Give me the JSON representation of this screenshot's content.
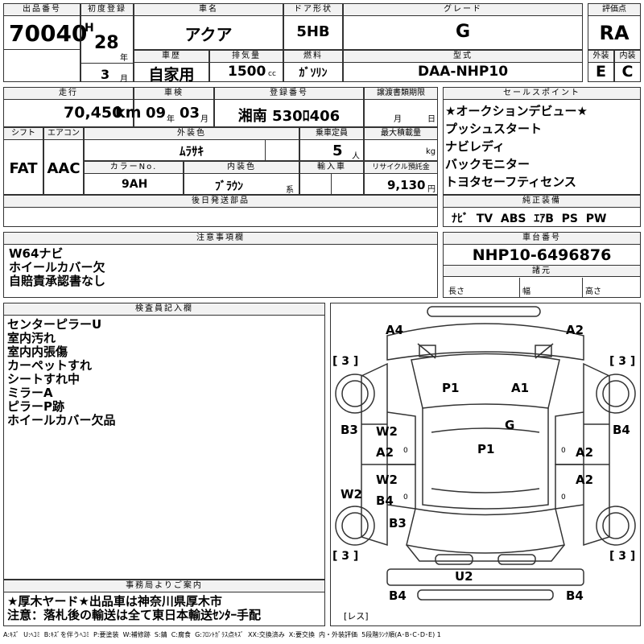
{
  "lot": {
    "label": "出品番号",
    "value": "70040"
  },
  "first_reg": {
    "label": "初度登録",
    "era": "H",
    "year": "28",
    "year_unit": "年",
    "month": "3",
    "month_unit": "月"
  },
  "car_name": {
    "label": "車名",
    "value": "アクア"
  },
  "door": {
    "label": "ドア形状",
    "value": "5HB"
  },
  "grade": {
    "label": "グレード",
    "value": "G"
  },
  "score": {
    "label": "評価点",
    "value": "RA"
  },
  "history": {
    "label": "車歴",
    "value": "自家用"
  },
  "displacement": {
    "label": "排気量",
    "value": "1500",
    "unit": "cc"
  },
  "fuel": {
    "label": "燃料",
    "value": "ｶﾞｿﾘﾝ"
  },
  "model": {
    "label": "型式",
    "value": "DAA-NHP10"
  },
  "exterior": {
    "label": "外装",
    "value": "E"
  },
  "interior": {
    "label": "内装",
    "value": "C"
  },
  "mileage": {
    "label": "走行",
    "value": "70,450",
    "unit": "km"
  },
  "inspection": {
    "label": "車検",
    "year": "09",
    "year_unit": "年",
    "month": "03",
    "month_unit": "月"
  },
  "plate": {
    "label": "登録番号",
    "value": "湘南 530ﾛ406"
  },
  "transfer": {
    "label": "譲渡書類期限",
    "month_unit": "月",
    "day_unit": "日"
  },
  "shift": {
    "label": "シフト",
    "value": "FAT"
  },
  "aircon": {
    "label": "エアコン",
    "value": "AAC"
  },
  "ext_color": {
    "label": "外装色",
    "value": "ﾑﾗｻｷ"
  },
  "capacity": {
    "label": "乗車定員",
    "value": "5",
    "unit": "人"
  },
  "max_load": {
    "label": "最大積載量",
    "unit": "kg"
  },
  "color_no": {
    "label": "カラーNo.",
    "value": "9AH"
  },
  "int_color": {
    "label": "内装色",
    "value": "ﾌﾞﾗｳﾝ",
    "suffix": "系"
  },
  "import": {
    "label": "輸入車"
  },
  "recycle": {
    "label": "リサイクル預託金",
    "value": "9,130",
    "unit": "円"
  },
  "parts_label": "後日発送部品",
  "sales_points": {
    "label": "セールスポイント",
    "items": [
      "★オークションデビュー★",
      "プッシュスタート",
      "ナビレディ",
      "バックモニター",
      "トヨタセーフティセンス"
    ]
  },
  "equipment": {
    "label": "純正装備",
    "value": "ﾅﾋﾞ  TV  ABS  ｴｱB  PS  PW"
  },
  "caution": {
    "label": "注意事項欄",
    "items": [
      "W64ナビ",
      "ホイールカバー欠",
      "自賠責承認書なし"
    ]
  },
  "chassis": {
    "label": "車台番号",
    "value": "NHP10-6496876"
  },
  "dims": {
    "label": "諸元",
    "length": "長さ",
    "width": "幅",
    "height": "高さ"
  },
  "inspector": {
    "label": "検査員記入欄",
    "items": [
      "センターピラーU",
      "室内汚れ",
      "室内内張傷",
      "カーペットすれ",
      "シートすれ中",
      "ミラーA",
      "ピラーP跡",
      "ホイールカバー欠品"
    ]
  },
  "office": {
    "label": "事務局よりご案内",
    "items": [
      "★厚木ヤード★出品車は神奈川県厚木市",
      "注意：落札後の輸送は全て東日本輸送ｾﾝﾀｰ手配"
    ]
  },
  "diagram": {
    "codes": {
      "a4": "A4",
      "a2_top": "A2",
      "p1_top": "P1",
      "a1": "A1",
      "g": "G",
      "b3_left": "B3",
      "b4_right": "B4",
      "w2_a": "W2",
      "a2_l1": "A2",
      "p1_mid": "P1",
      "a2_r1": "A2",
      "w2_b": "W2",
      "a2_r2": "A2",
      "w2_left": "W2",
      "b4_mid": "B4",
      "b3_low": "B3",
      "u2": "U2",
      "b4_bl": "B4",
      "b4_br": "B4"
    },
    "brackets": {
      "tl": "[ 3 ]",
      "tr": "[ 3 ]",
      "bl": "[ 3 ]",
      "br": "[ 3 ]"
    },
    "zero": "0",
    "legend_res": "[レス]"
  },
  "footer": "A:ｷｽﾞ  U:ﾍｺﾐ  B:ｷｽﾞを伴うﾍｺﾐ  P:要塗装  W:補修跡  S:錆  C:腐食  G:ﾌﾛﾝﾄｶﾞﾗｽ点ｷｽﾞ  XX:交換済み  X:要交換  内・外装評価  5段階ﾗﾝｸ順(A･B･C･D･E) 1"
}
